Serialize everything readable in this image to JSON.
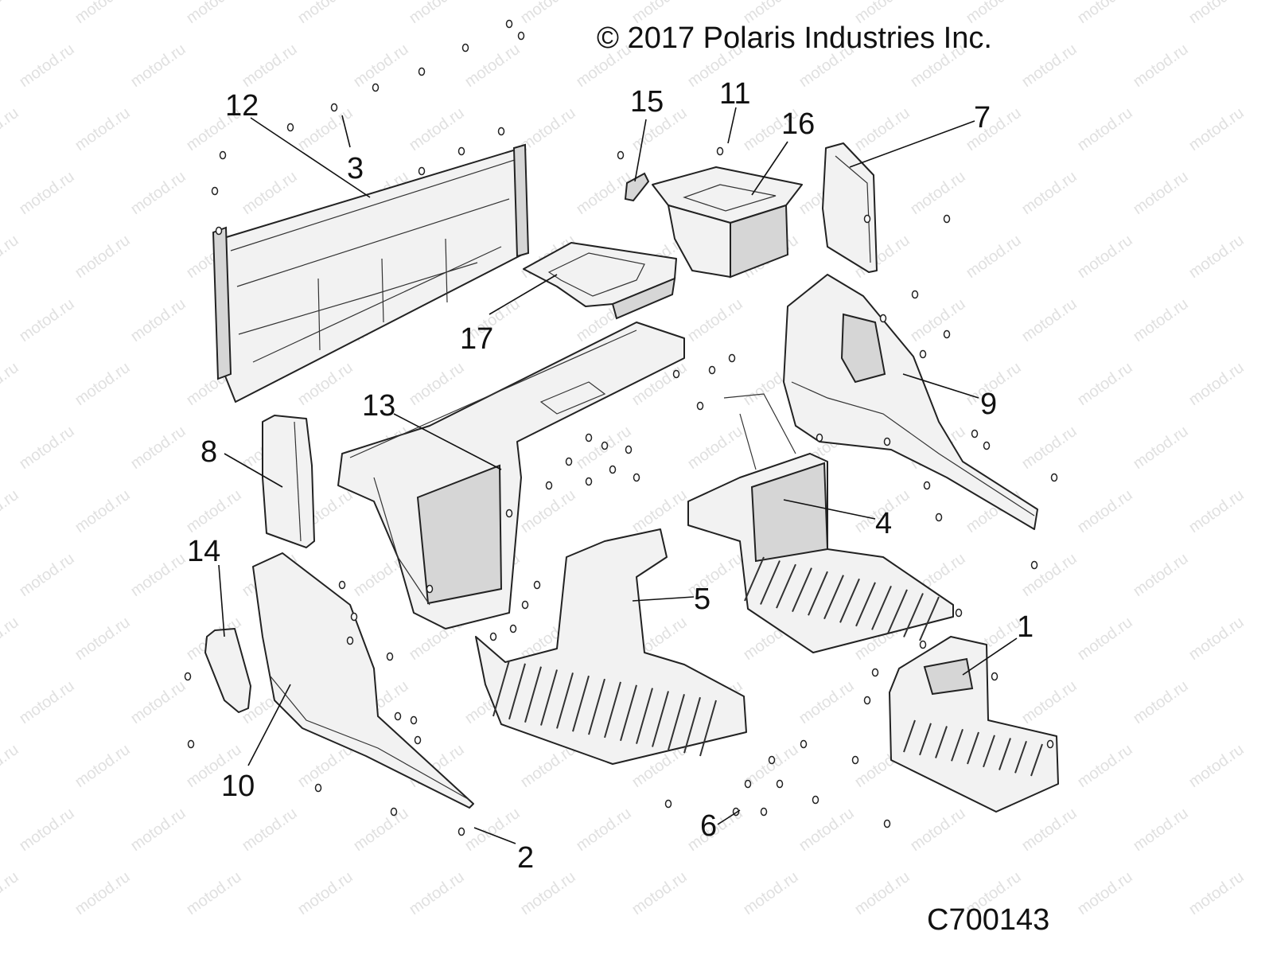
{
  "copyright": "© 2017 Polaris Industries Inc.",
  "figure_id": "C700143",
  "watermark": "motod.ru",
  "callouts": [
    {
      "id": "1",
      "label": "1"
    },
    {
      "id": "2",
      "label": "2"
    },
    {
      "id": "3",
      "label": "3"
    },
    {
      "id": "4",
      "label": "4"
    },
    {
      "id": "5",
      "label": "5"
    },
    {
      "id": "6",
      "label": "6"
    },
    {
      "id": "7",
      "label": "7"
    },
    {
      "id": "8",
      "label": "8"
    },
    {
      "id": "9",
      "label": "9"
    },
    {
      "id": "10",
      "label": "10"
    },
    {
      "id": "11",
      "label": "11"
    },
    {
      "id": "12",
      "label": "12"
    },
    {
      "id": "13",
      "label": "13"
    },
    {
      "id": "14",
      "label": "14"
    },
    {
      "id": "15",
      "label": "15"
    },
    {
      "id": "16",
      "label": "16"
    },
    {
      "id": "17",
      "label": "17"
    }
  ]
}
